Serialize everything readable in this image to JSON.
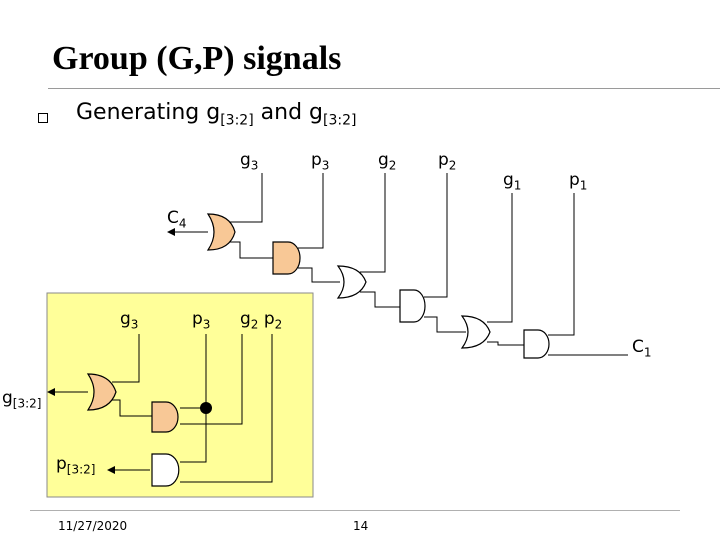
{
  "title": "Group (G,P) signals",
  "bullet": {
    "text": "Generating g",
    "sub1": "[3:2]",
    "mid": " and  g",
    "sub2": "[3:2]"
  },
  "inputs": {
    "g3": {
      "base": "g",
      "sub": "3"
    },
    "p3": {
      "base": "p",
      "sub": "3"
    },
    "g2": {
      "base": "g",
      "sub": "2"
    },
    "p2": {
      "base": "p",
      "sub": "2"
    },
    "g1": {
      "base": "g",
      "sub": "1"
    },
    "p1": {
      "base": "p",
      "sub": "1"
    }
  },
  "outputs": {
    "c4": {
      "base": "C",
      "sub": "4"
    },
    "c1": {
      "base": "C",
      "sub": "1"
    }
  },
  "inset": {
    "g3": {
      "base": "g",
      "sub": "3"
    },
    "p3": {
      "base": "p",
      "sub": "3"
    },
    "g2p2": {
      "g": "g",
      "g_sub": "2",
      "p": " p",
      "p_sub": "2"
    },
    "out_g": {
      "base": "g",
      "sub": "[3:2]"
    },
    "out_p": {
      "base": "p",
      "sub": "[3:2]"
    }
  },
  "colors": {
    "inset_fill": "#ffff99",
    "gate_fill": "#f8c896",
    "wire": "#000000"
  },
  "footer": {
    "date": "11/27/2020",
    "page": "14"
  }
}
